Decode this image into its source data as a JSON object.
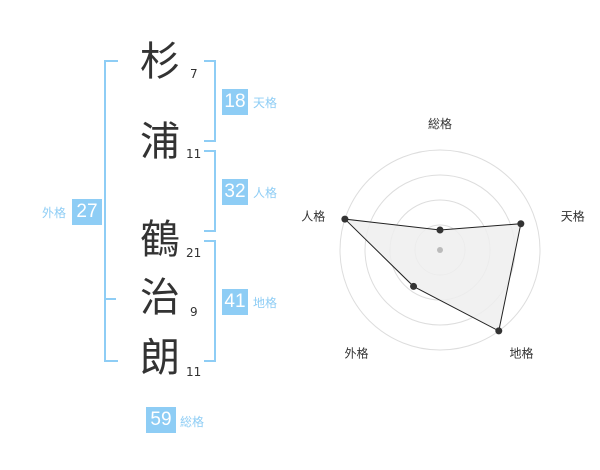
{
  "name": {
    "chars": [
      {
        "char": "杉",
        "strokes": "7"
      },
      {
        "char": "浦",
        "strokes": "11"
      },
      {
        "char": "鶴",
        "strokes": "21"
      },
      {
        "char": "治",
        "strokes": "9"
      },
      {
        "char": "朗",
        "strokes": "11"
      }
    ]
  },
  "kaku": {
    "tenkaku": {
      "value": "18",
      "label": "天格"
    },
    "jinkaku": {
      "value": "32",
      "label": "人格"
    },
    "chikaku": {
      "value": "41",
      "label": "地格"
    },
    "gaikaku": {
      "value": "27",
      "label": "外格"
    },
    "soukaku": {
      "value": "59",
      "label": "総格"
    }
  },
  "chart_data": {
    "type": "radar",
    "axes": [
      "総格",
      "天格",
      "地格",
      "外格",
      "人格"
    ],
    "values": [
      0.2,
      0.85,
      1.0,
      0.45,
      1.0
    ],
    "rings": 4,
    "colors": {
      "ring": "#dddddd",
      "fill": "#eeeeee",
      "line": "#222222",
      "point": "#333333",
      "center": "#bbbbbb"
    }
  },
  "colors": {
    "accent": "#8ecdf5",
    "text": "#333333"
  }
}
